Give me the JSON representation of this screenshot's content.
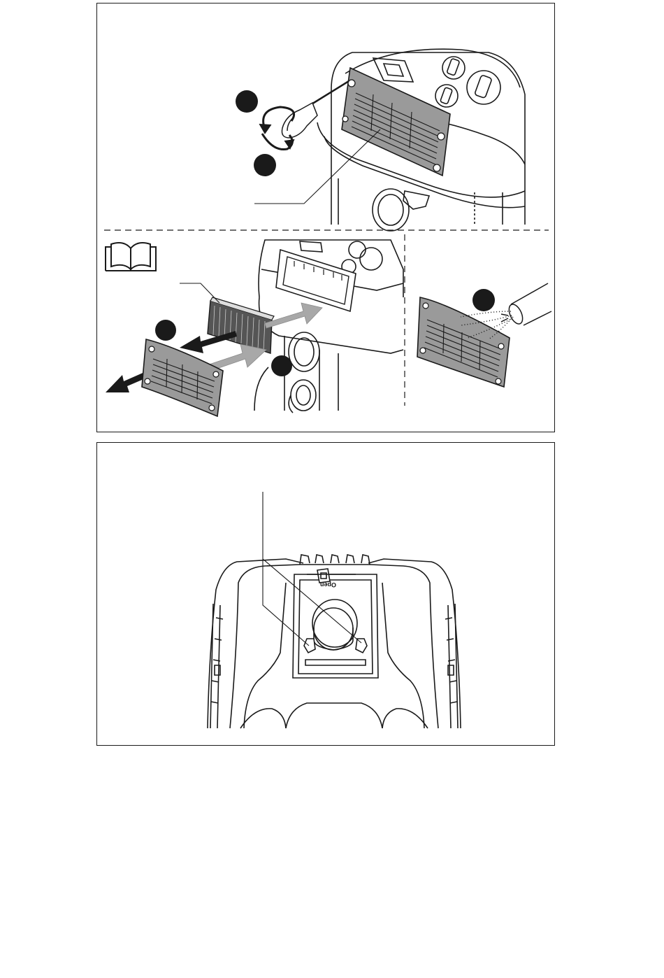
{
  "figures": [
    {
      "id": "filter-removal-procedure",
      "panels": [
        "unscrew-cover",
        "replace-filter",
        "clean-cover"
      ]
    },
    {
      "id": "container-top-view"
    }
  ],
  "labels": {
    "open_mark": "Open"
  },
  "icons": [
    "screwdriver-icon",
    "rotate-arrow-icon",
    "manual-book-icon",
    "pull-out-arrow-icon",
    "insert-arrow-icon",
    "air-blow-nozzle-icon"
  ],
  "colors": {
    "line": "#1a1a1a",
    "badge": "#1a1a1a",
    "grille_fill": "#9a9a9a",
    "arrow_fill": "#a8a8a8",
    "dark_arrow": "#1a1a1a"
  }
}
